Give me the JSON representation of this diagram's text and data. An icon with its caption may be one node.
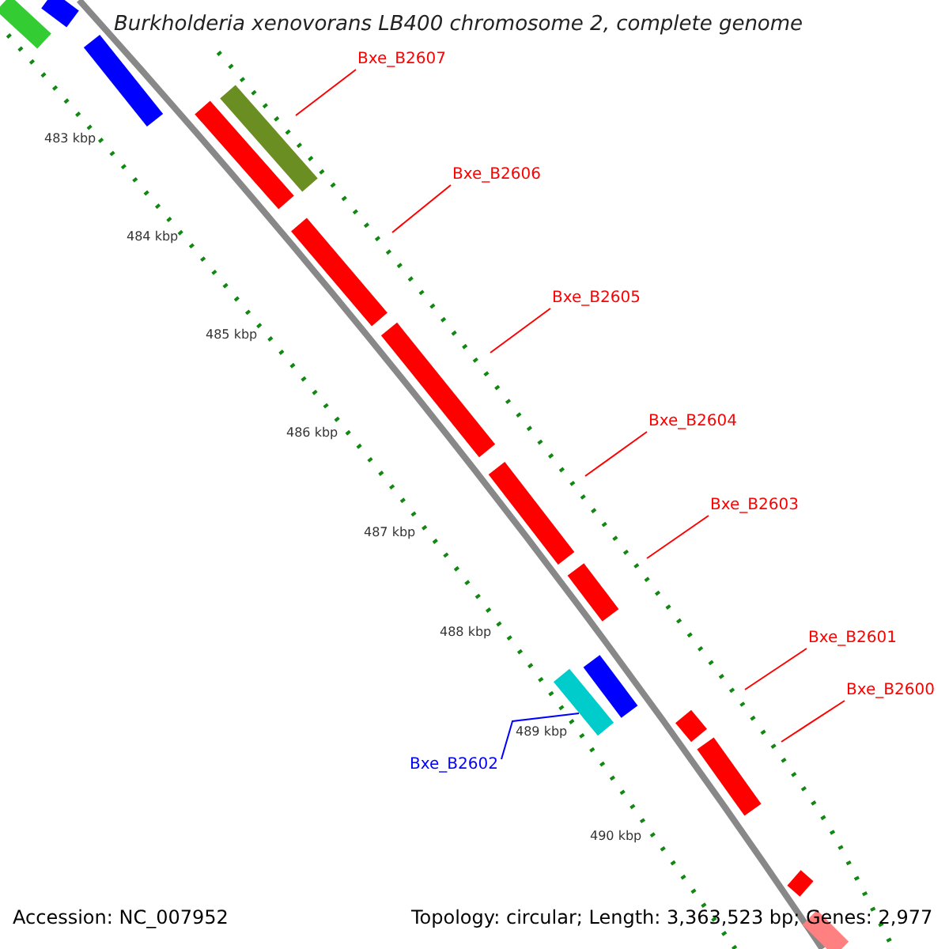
{
  "diagram": {
    "title": "Burkholderia xenovorans LB400 chromosome 2, complete genome",
    "nodes": [
      {
        "text": [
          "Bxe_B2607"
        ]
      },
      {
        "text": [
          "Bxe_B2606"
        ]
      },
      {
        "text": [
          "Bxe_B2605"
        ]
      },
      {
        "text": [
          "Bxe_B2604"
        ]
      },
      {
        "text": [
          "Bxe_B2603"
        ]
      },
      {
        "text": [
          "Bxe_B2601"
        ]
      },
      {
        "text": [
          "Bxe_B2600"
        ]
      },
      {
        "text": [
          "Bxe_B2602"
        ]
      },
      {
        "text": [],
        "shape": "bar"
      }
    ],
    "edges": [
      {
        "from": 0,
        "to": null,
        "arrow": "none"
      },
      {
        "from": 1,
        "to": null,
        "arrow": "none"
      },
      {
        "from": 2,
        "to": null,
        "arrow": "none"
      },
      {
        "from": 3,
        "to": null,
        "arrow": "none"
      },
      {
        "from": 4,
        "to": null,
        "arrow": "none"
      },
      {
        "from": 5,
        "to": null,
        "arrow": "none"
      },
      {
        "from": 6,
        "to": null,
        "arrow": "none"
      },
      {
        "from": 7,
        "to": 8,
        "arrow": "none",
        "color": "#0000ff"
      }
    ],
    "labels": [
      "483 kbp",
      "484 kbp",
      "485 kbp",
      "486 kbp",
      "487 kbp",
      "488 kbp",
      "489 kbp",
      "490 kbp",
      "Accession: NC_007952",
      "Topology: circular; Length: 3,363,523 bp; Genes: 2,977"
    ]
  }
}
